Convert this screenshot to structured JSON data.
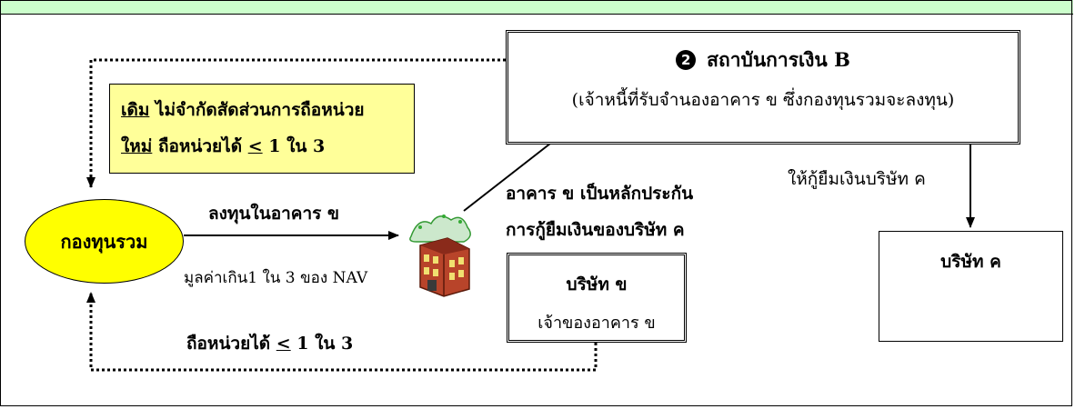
{
  "bank": {
    "number": "2",
    "title": "สถาบันการเงิน B",
    "subtitle": "(เจ้าหนี้ที่รับจำนองอาคาร ข  ซึ่งกองทุนรวมจะลงทุน)"
  },
  "rule_box": {
    "old_label": "เดิม",
    "old_text": "ไม่จำกัดสัดส่วนการถือหน่วย",
    "new_label": "ใหม่",
    "new_text": "ถือหน่วยได้",
    "new_limit": "<",
    "new_ratio": "1 ใน 3"
  },
  "fund": {
    "label": "กองทุนรวม"
  },
  "invest": {
    "label": "ลงทุนในอาคาร  ข",
    "value_note": "มูลค่าเกิน1  ใน  3  ของ NAV"
  },
  "collateral": {
    "line1": "อาคาร  ข  เป็นหลักประกัน",
    "line2": "การกู้ยืมเงินของบริษัท ค"
  },
  "loan": {
    "label": "ให้กู้ยืมเงินบริษัท ค"
  },
  "company_b": {
    "title": "บริษัท  ข",
    "subtitle": "เจ้าของอาคาร ข"
  },
  "company_c": {
    "title": "บริษัท ค"
  },
  "holding": {
    "text": "ถือหน่วยได้",
    "limit": "<",
    "ratio": "1 ใน 3"
  },
  "colors": {
    "top_band": "#ccffcc",
    "rule_box": "#ffff99",
    "fund": "#ffff00"
  }
}
